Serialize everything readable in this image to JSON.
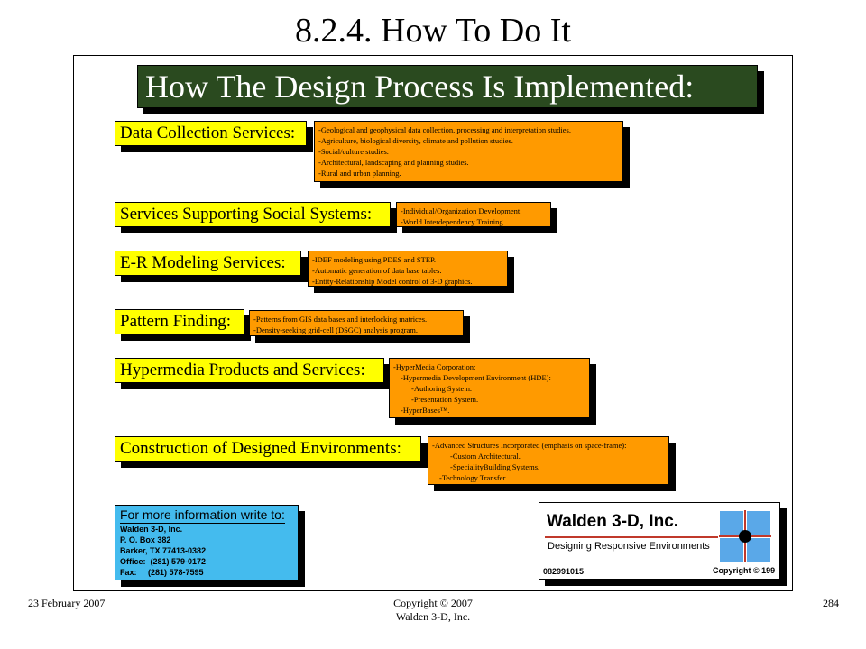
{
  "slide_title": "8.2.4. How To Do It",
  "banner": "How The Design Process Is Implemented:",
  "sections": [
    {
      "label": "Data Collection Services:",
      "details": [
        "-Geological and geophysical data collection, processing and interpretation studies.",
        "-Agriculture, biological diversity, climate and pollution studies.",
        "-Social/culture studies.",
        "-Architectural, landscaping and planning studies.",
        "-Rural and urban planning."
      ]
    },
    {
      "label": "Services Supporting Social Systems:",
      "details": [
        "-Individual/Organization Development",
        "-World Interdependency Training."
      ]
    },
    {
      "label": "E-R Modeling Services:",
      "details": [
        "-IDEF modeling using PDES and STEP.",
        "-Automatic generation of data base tables.",
        "-Entity-Relationship Model control of 3-D graphics."
      ]
    },
    {
      "label": "Pattern Finding:",
      "details": [
        "-Patterns from GIS data bases and interlocking matrices.",
        "-Density-seeking grid-cell (DSGC) analysis program."
      ]
    },
    {
      "label": "Hypermedia Products and Services:",
      "details": [
        "-HyperMedia Corporation:",
        "-Hypermedia Development Environment (HDE):",
        "-Authoring System.",
        "-Presentation System.",
        "-HyperBases™."
      ]
    },
    {
      "label": "Construction of Designed Environments:",
      "details": [
        "-Advanced Structures Incorporated (emphasis on space-frame):",
        "-Custom Architectural.",
        "-SpecialityBuilding Systems.",
        "-Technology Transfer."
      ]
    }
  ],
  "contact": {
    "heading": "For more information write to:",
    "company": "Walden 3-D, Inc.",
    "po_box": "P. O. Box 382",
    "city": "Barker, TX  77413-0382",
    "office": "Office:  (281) 579-0172",
    "fax": "Fax:     (281) 578-7595"
  },
  "logo": {
    "name": "Walden 3-D, Inc.",
    "tagline": "Designing Responsive Environments",
    "code": "082991015",
    "copyright": "Copyright © 199"
  },
  "footer": {
    "date": "23 February 2007",
    "copyright_line1": "Copyright © 2007",
    "copyright_line2": "Walden 3-D, Inc.",
    "page": "284"
  },
  "colors": {
    "banner": "#2a4a1f",
    "label": "#ffff00",
    "detail": "#ff9a00",
    "contact": "#44bbee",
    "logo_accent": "#c0392b"
  }
}
